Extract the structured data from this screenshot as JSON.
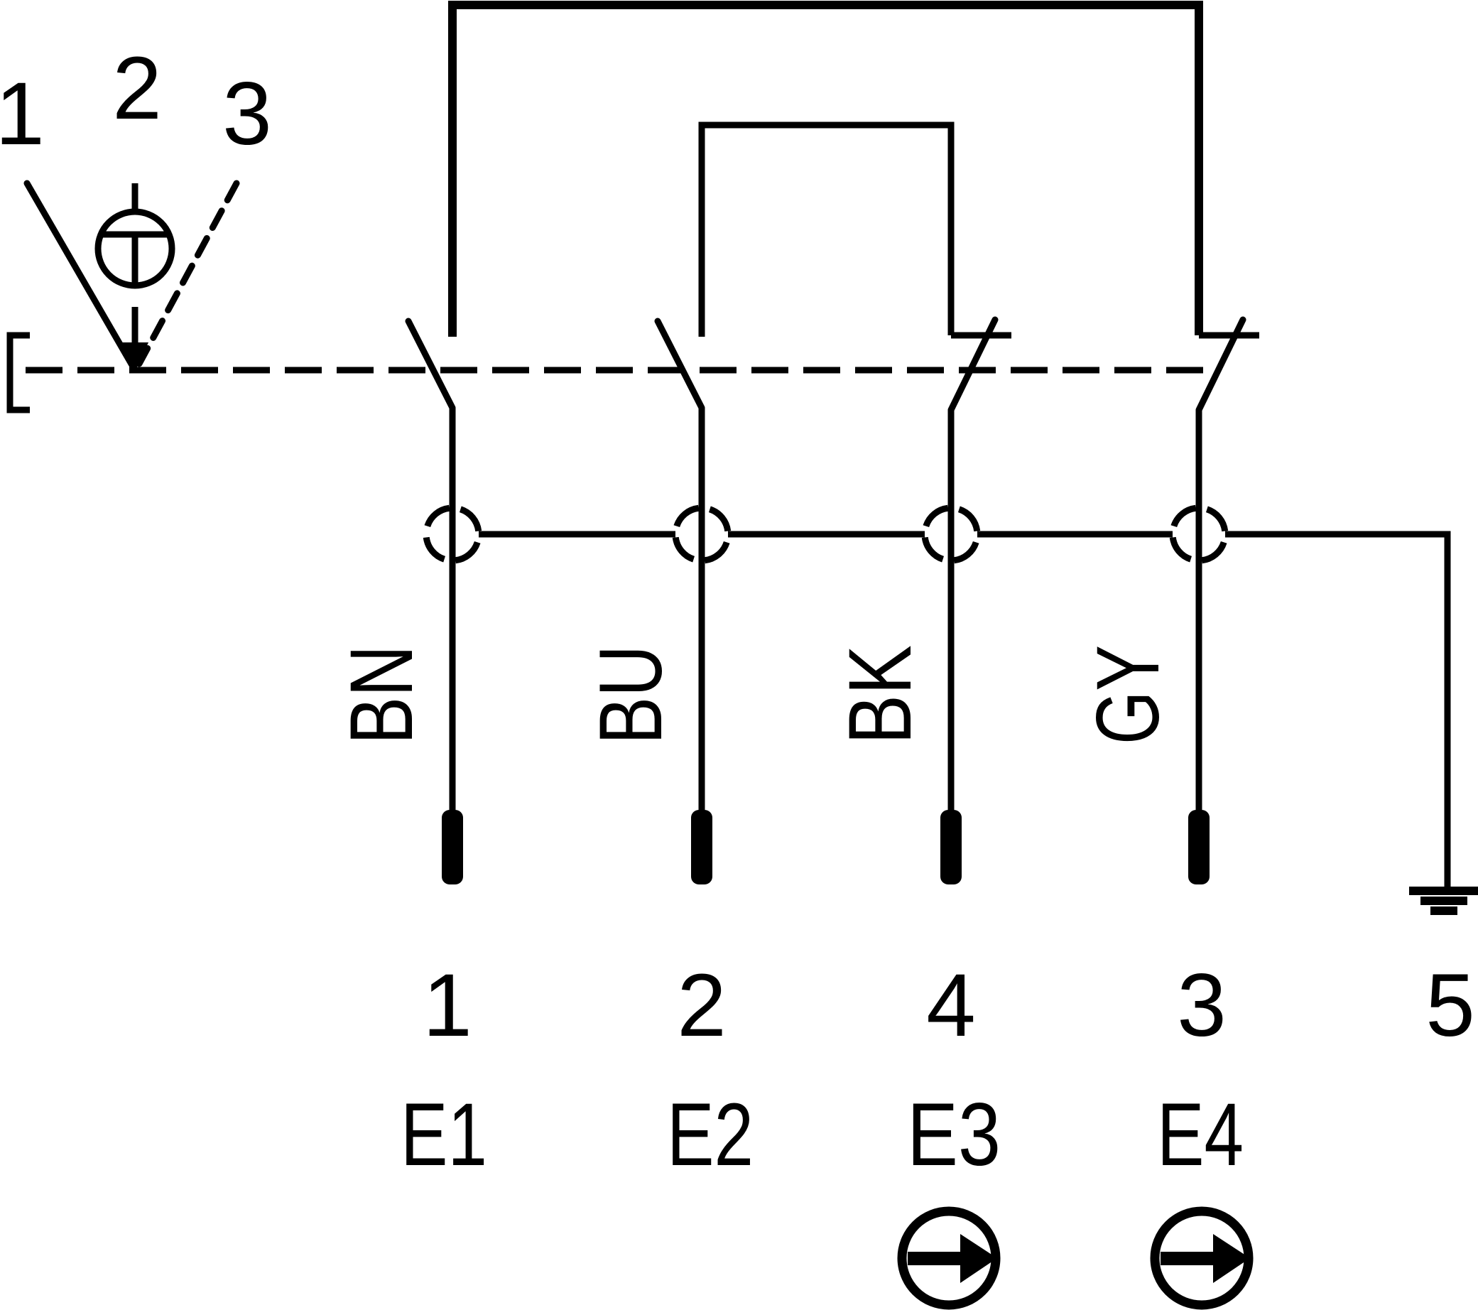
{
  "figure": {
    "kind": "switch wiring schematic",
    "background_color": "#ffffff",
    "line_color": "#000000"
  },
  "actuator": {
    "position_labels": [
      "1",
      "2",
      "3"
    ],
    "current_position_symbol": "detent-circle"
  },
  "channels": [
    {
      "wire_color_code": "BN",
      "pin": "1",
      "terminal": "E1",
      "direction_arrow": false
    },
    {
      "wire_color_code": "BU",
      "pin": "2",
      "terminal": "E2",
      "direction_arrow": false
    },
    {
      "wire_color_code": "BK",
      "pin": "4",
      "terminal": "E3",
      "direction_arrow": true
    },
    {
      "wire_color_code": "GY",
      "pin": "3",
      "terminal": "E4",
      "direction_arrow": true
    }
  ],
  "ground_pin": "5"
}
